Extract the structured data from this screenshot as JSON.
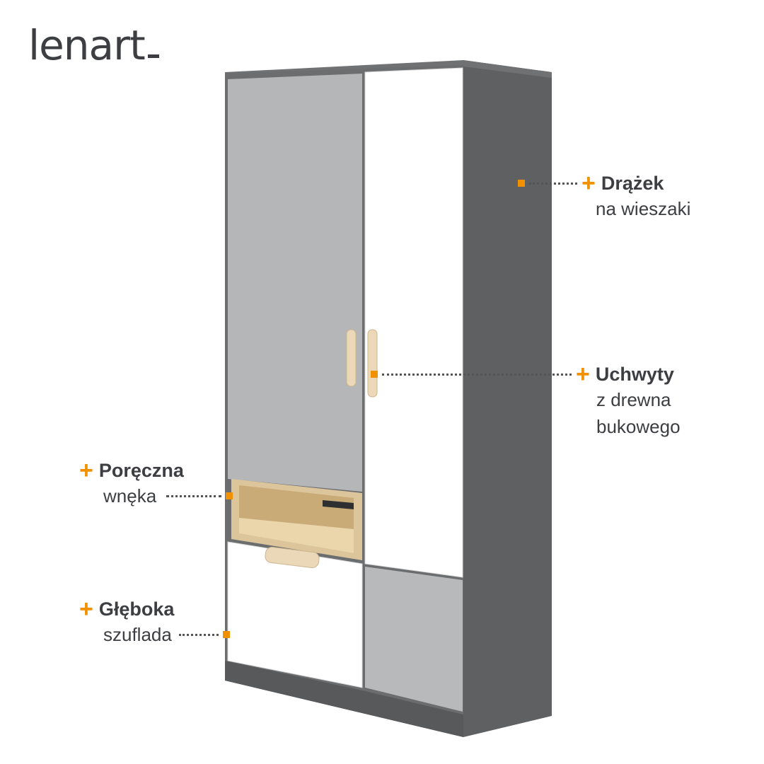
{
  "brand": {
    "logo_text": "lenart"
  },
  "colors": {
    "accent": "#f29100",
    "carcass": "#5f6163",
    "door_grey": "#b3b5b7",
    "door_white": "#ffffff",
    "wood": "#e6cfa3",
    "text": "#3c3e42"
  },
  "callouts": {
    "rail": {
      "title": "Drążek",
      "subtitle": "na wieszaki"
    },
    "handles": {
      "title": "Uchwyty",
      "line1": "z drewna",
      "line2": "bukowego"
    },
    "niche": {
      "title": "Poręczna",
      "subtitle": "wnęka"
    },
    "drawer": {
      "title": "Głęboka",
      "subtitle": "szuflada"
    }
  }
}
